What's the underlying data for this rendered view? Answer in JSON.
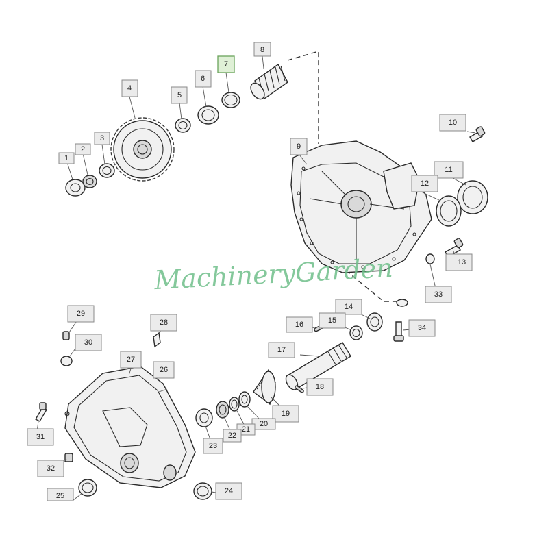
{
  "watermark": "MachineryGarden",
  "highlight_color": "#dff0d6",
  "callouts": [
    {
      "id": "1",
      "label": "1"
    },
    {
      "id": "2",
      "label": "2"
    },
    {
      "id": "3",
      "label": "3"
    },
    {
      "id": "4",
      "label": "4"
    },
    {
      "id": "5",
      "label": "5"
    },
    {
      "id": "6",
      "label": "6"
    },
    {
      "id": "7",
      "label": "7",
      "highlighted": true
    },
    {
      "id": "8",
      "label": "8"
    },
    {
      "id": "9",
      "label": "9"
    },
    {
      "id": "10",
      "label": "10"
    },
    {
      "id": "11",
      "label": "11"
    },
    {
      "id": "12",
      "label": "12"
    },
    {
      "id": "13",
      "label": "13"
    },
    {
      "id": "14",
      "label": "14"
    },
    {
      "id": "15",
      "label": "15"
    },
    {
      "id": "16",
      "label": "16"
    },
    {
      "id": "17",
      "label": "17"
    },
    {
      "id": "18",
      "label": "18"
    },
    {
      "id": "19",
      "label": "19"
    },
    {
      "id": "20",
      "label": "20"
    },
    {
      "id": "21",
      "label": "21"
    },
    {
      "id": "22",
      "label": "22"
    },
    {
      "id": "23",
      "label": "23"
    },
    {
      "id": "24",
      "label": "24"
    },
    {
      "id": "25",
      "label": "25"
    },
    {
      "id": "26",
      "label": "26"
    },
    {
      "id": "27",
      "label": "27"
    },
    {
      "id": "28",
      "label": "28"
    },
    {
      "id": "29",
      "label": "29"
    },
    {
      "id": "30",
      "label": "30"
    },
    {
      "id": "31",
      "label": "31"
    },
    {
      "id": "32",
      "label": "32"
    },
    {
      "id": "33",
      "label": "33"
    },
    {
      "id": "34",
      "label": "34"
    }
  ]
}
